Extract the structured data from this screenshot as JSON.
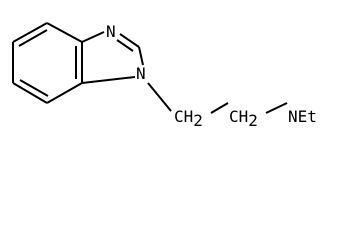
{
  "molecule": {
    "atoms": {
      "n3": "N",
      "n1": "N",
      "ch2_a": "CH",
      "ch2_a_sub": "2",
      "ch2_b": "CH",
      "ch2_b_sub": "2",
      "amine": "NEt"
    },
    "colors": {
      "bond": "#000000",
      "label": "#000000",
      "background": "#ffffff"
    }
  }
}
